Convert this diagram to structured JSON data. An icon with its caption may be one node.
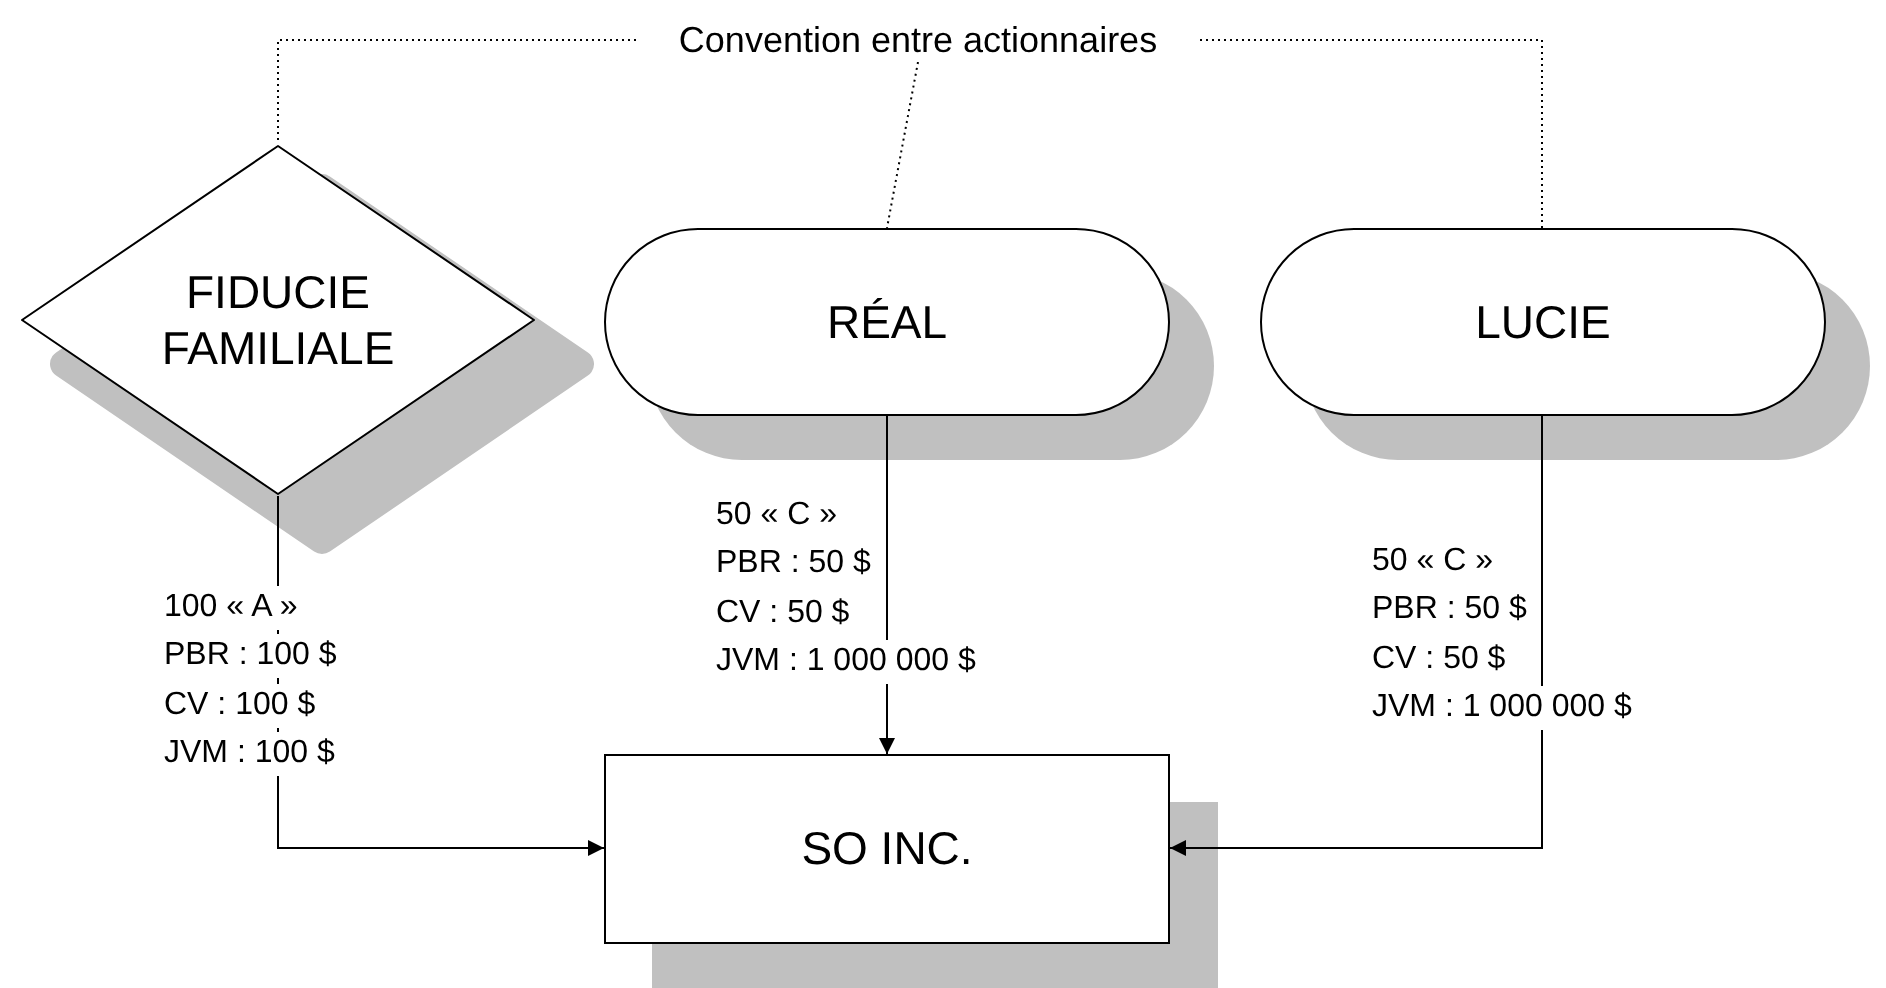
{
  "diagram": {
    "nodes": [
      {
        "text": [
          "Convention entre actionnaires"
        ]
      },
      {
        "text": [
          "FIDUCIE FAMILIALE"
        ]
      },
      {
        "text": [
          "RÉAL"
        ]
      },
      {
        "text": [
          "LUCIE"
        ]
      },
      {
        "text": [
          "SO INC."
        ]
      }
    ],
    "edges": [
      {
        "from": 0,
        "to": 1,
        "arrow": "none",
        "style": "dashed"
      },
      {
        "from": 0,
        "to": 2,
        "arrow": "none",
        "style": "dashed"
      },
      {
        "from": 0,
        "to": 3,
        "arrow": "none",
        "style": "dashed"
      },
      {
        "from": 1,
        "to": 4,
        "arrow": "to"
      },
      {
        "from": 2,
        "to": 4,
        "arrow": "to"
      },
      {
        "from": 3,
        "to": 4,
        "arrow": "to"
      }
    ],
    "labels": [
      "100 « A »",
      "PBR : 100 $",
      "CV : 100 $",
      "JVM : 100 $",
      "50 « C »",
      "PBR : 50 $",
      "CV : 50 $",
      "JVM : 1 000 000 $",
      "50 « C »",
      "PBR : 50 $",
      "CV : 50 $",
      "JVM : 1 000 000 $"
    ]
  }
}
